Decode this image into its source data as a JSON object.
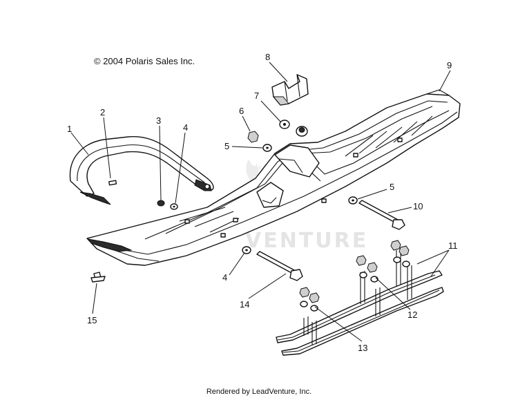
{
  "copyright": "© 2004 Polaris Sales Inc.",
  "footer": "Rendered by LeadVenture, Inc.",
  "watermark": "VENTURE",
  "callouts": [
    "1",
    "2",
    "3",
    "4",
    "4",
    "5",
    "5",
    "6",
    "7",
    "8",
    "9",
    "10",
    "11",
    "12",
    "13",
    "14",
    "15"
  ]
}
